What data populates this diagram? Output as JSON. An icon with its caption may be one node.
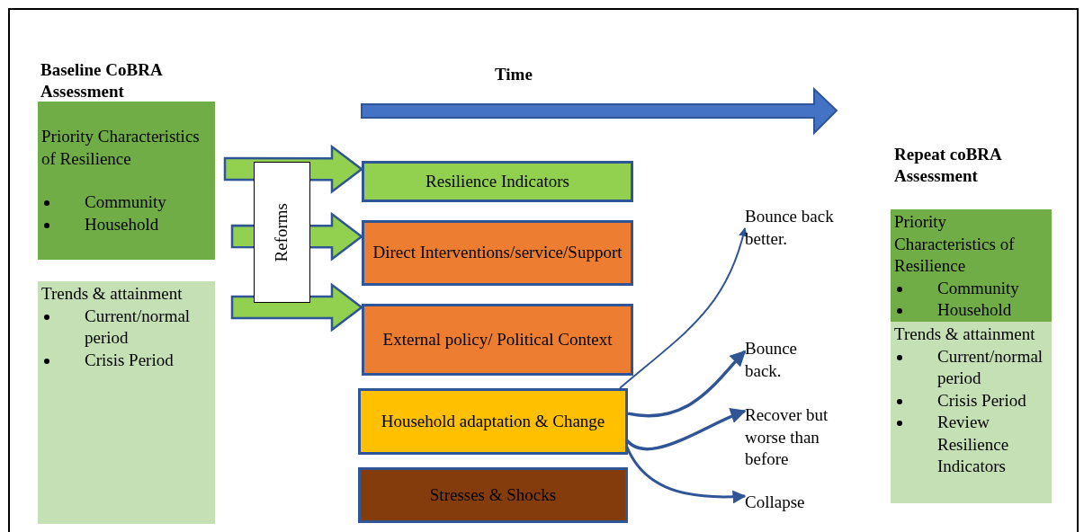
{
  "diagram": {
    "nodes": [
      {
        "text": [
          "Priority Characteristics of Resilience",
          "Community",
          "Household"
        ]
      },
      {
        "text": [
          "Trends & attainment",
          "Current/normal period",
          "Crisis Period"
        ]
      },
      {
        "text": [
          "Reforms"
        ]
      },
      {
        "text": [
          "Resilience Indicators"
        ]
      },
      {
        "text": [
          "Direct Interventions/service/Support"
        ]
      },
      {
        "text": [
          "External policy/ Political Context"
        ]
      },
      {
        "text": [
          "Household adaptation & Change"
        ]
      },
      {
        "text": [
          "Stresses & Shocks"
        ]
      },
      {
        "text": [
          "Bounce back better."
        ]
      },
      {
        "text": [
          "Bounce back."
        ]
      },
      {
        "text": [
          "Recover but worse than before"
        ]
      },
      {
        "text": [
          "Collapse"
        ]
      },
      {
        "text": [
          "Priority Characteristics of Resilience",
          "Community",
          "Household"
        ]
      },
      {
        "text": [
          "Trends & attainment",
          "Current/normal period",
          "Crisis Period",
          "Review Resilience Indicators"
        ]
      }
    ],
    "edges": [
      {
        "from": null,
        "to": 3,
        "arrow": "to",
        "style": "thick",
        "color": "#92d050"
      },
      {
        "from": null,
        "to": 4,
        "arrow": "to",
        "style": "thick",
        "color": "#92d050"
      },
      {
        "from": null,
        "to": 5,
        "arrow": "to",
        "style": "thick",
        "color": "#92d050"
      },
      {
        "from": 6,
        "to": 8,
        "arrow": "to"
      },
      {
        "from": 6,
        "to": 9,
        "arrow": "to"
      },
      {
        "from": 6,
        "to": 10,
        "arrow": "to"
      },
      {
        "from": 6,
        "to": 11,
        "arrow": "to"
      }
    ],
    "labels": [
      "Baseline CoBRA Assessment",
      "Time",
      "Repeat coBRA Assessment"
    ]
  }
}
